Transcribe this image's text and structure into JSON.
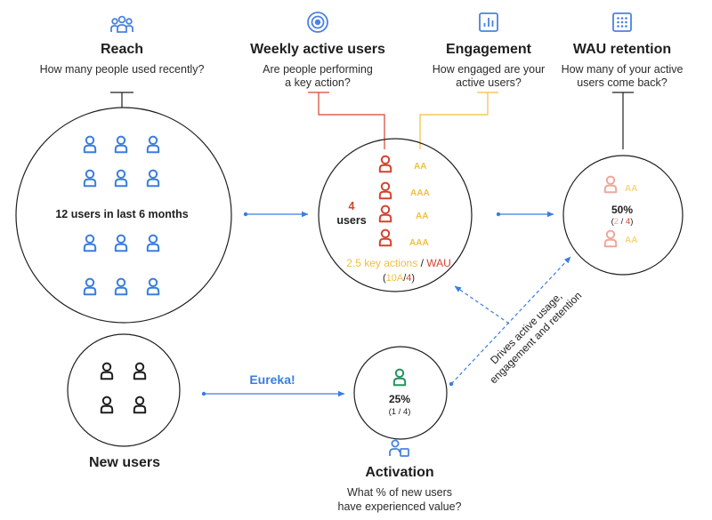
{
  "headers": {
    "reach": {
      "title": "Reach",
      "sub": [
        "How many people used recently?"
      ]
    },
    "wau": {
      "title": "Weekly active users",
      "sub": [
        "Are people performing",
        "a key action?"
      ]
    },
    "engagement": {
      "title": "Engagement",
      "sub": [
        "How engaged are your",
        "active users?"
      ]
    },
    "retention": {
      "title": "WAU retention",
      "sub": [
        "How many of your active",
        "users come back?"
      ]
    },
    "new_users": {
      "title": "New users"
    },
    "activation": {
      "title": "Activation",
      "sub": [
        "What % of new users",
        "have experienced value?"
      ]
    }
  },
  "reach_circle": {
    "label": "12 users in last 6 months",
    "user_count": 12
  },
  "wau_circle": {
    "count": "4",
    "unit": "users",
    "actions": [
      "AA",
      "AAA",
      "AA",
      "AAA"
    ],
    "ratio_prefix": "2.5 key actions",
    "ratio_sep": " / ",
    "ratio_suffix": "WAU",
    "calc_open": "(",
    "calc_num": "10A",
    "calc_sep": "/",
    "calc_den": "4",
    "calc_close": ")"
  },
  "retention_circle": {
    "pct": "50%",
    "calc_open": "(",
    "calc_num": "2",
    "calc_sep": " / ",
    "calc_den": "4",
    "calc_close": ")",
    "actions": [
      "AA",
      "AA"
    ]
  },
  "new_users_circle": {
    "user_count": 4
  },
  "activation_circle": {
    "pct": "25%",
    "calc": "(1 / 4)"
  },
  "eureka_label": "Eureka!",
  "drives_label": [
    "Drives active usage,",
    "engagement and retention"
  ],
  "colors": {
    "blue": "#3a7de0",
    "red": "#d4432f",
    "yellow": "#f2bf3f",
    "pink": "#efa79b",
    "pink_yellow": "#f6d57f",
    "green": "#23935f",
    "dark": "#1f1f1f",
    "icon_blue": "#4a82e0"
  },
  "icons": [
    "people-group-icon",
    "target-icon",
    "bar-chart-icon",
    "calendar-grid-icon",
    "people-shapes-icon",
    "user-icon"
  ]
}
